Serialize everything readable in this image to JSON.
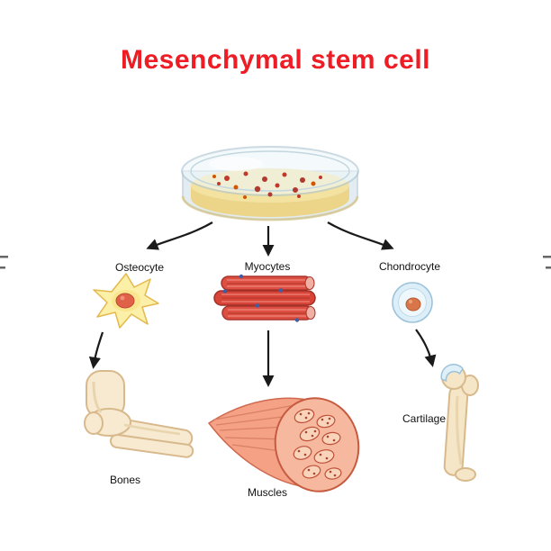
{
  "title": {
    "text": "Mesenchymal stem cell",
    "color": "#ee1c24"
  },
  "cells": {
    "osteocyte": {
      "label": "Osteocyte"
    },
    "myocytes": {
      "label": "Myocytes"
    },
    "chondrocyte": {
      "label": "Chondrocyte"
    }
  },
  "tissues": {
    "bones": {
      "label": "Bones"
    },
    "muscles": {
      "label": "Muscles"
    },
    "cartilage": {
      "label": "Cartilage"
    }
  },
  "colors": {
    "title": "#ee1c24",
    "arrow": "#1a1a1a",
    "agar": "#f4e2a0",
    "colony": "#b03a2e",
    "osteocyte_body": "#fcf0a8",
    "osteocyte_nucleus": "#df6148",
    "myocyte_fiber": "#dd4f42",
    "myocyte_nucleus": "#3a5fa8",
    "chondrocyte_body": "#dceef8",
    "chondrocyte_nucleus": "#d8764a",
    "bone": "#f5e6c8",
    "bone_outline": "#d8b98c",
    "muscle": "#f4a186",
    "cartilage_cap": "#dff0f9"
  }
}
